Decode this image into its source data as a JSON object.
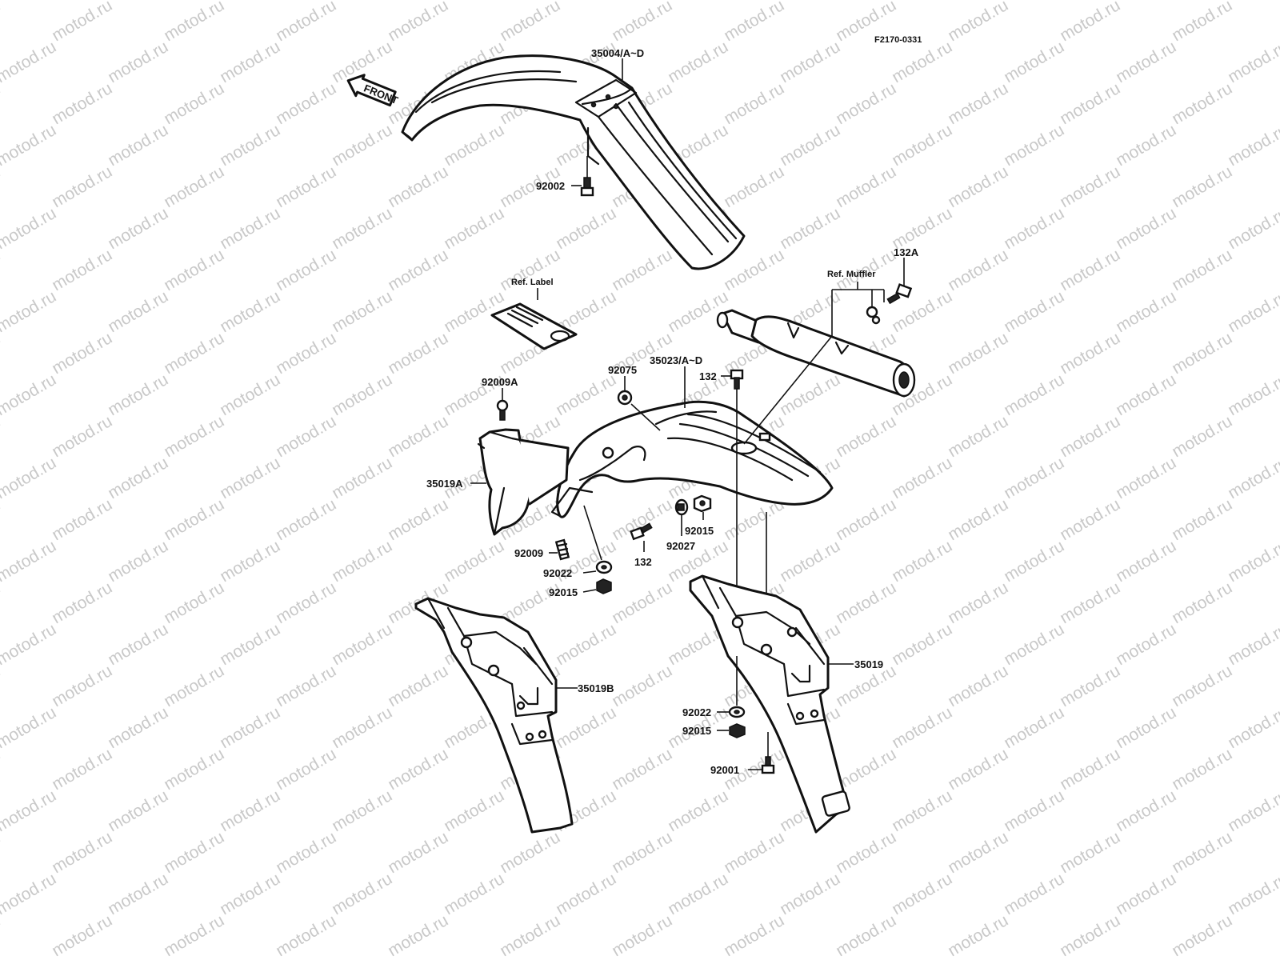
{
  "diagram_code": "F2170-0331",
  "watermark": "motod.ru",
  "direction_arrow": "FRONT",
  "references": {
    "label": "Ref. Label",
    "muffler": "Ref. Muffler"
  },
  "callouts": {
    "front_fender": "35004/A~D",
    "bolt_front_fender": "92002",
    "rear_fender": "35023/A~D",
    "collar_92075": "92075",
    "bolt_132_top": "132",
    "bolt_132a": "132A",
    "bolt_92009a": "92009A",
    "flap_35019a": "35019A",
    "screw_92009": "92009",
    "washer_92022_left": "92022",
    "nut_92015_left": "92015",
    "bolt_132_bottom": "132",
    "grommet_92027": "92027",
    "nut_92015_mid": "92015",
    "flap_35019b": "35019B",
    "flap_35019": "35019",
    "washer_92022_right": "92022",
    "nut_92015_right": "92015",
    "bolt_92001": "92001"
  }
}
